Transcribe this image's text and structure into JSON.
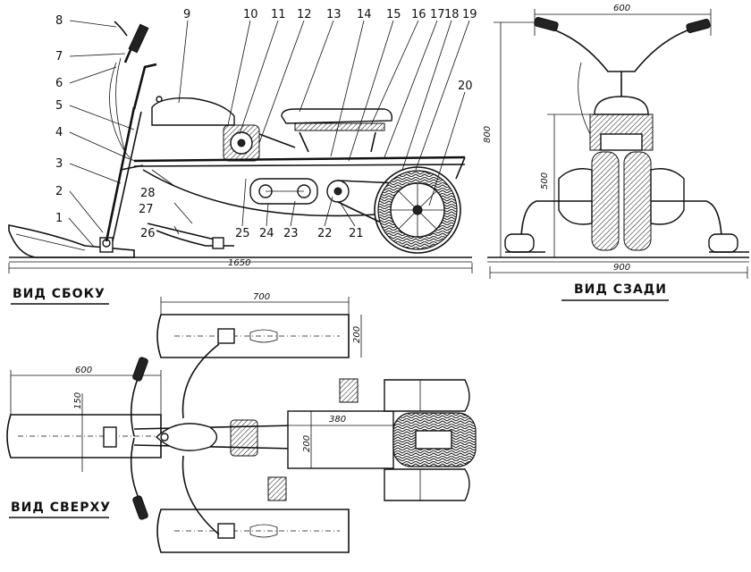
{
  "views": {
    "side": "ВИД СБОКУ",
    "rear": "ВИД СЗАДИ",
    "top": "ВИД СВЕРХУ"
  },
  "callouts": [
    "1",
    "2",
    "3",
    "4",
    "5",
    "6",
    "7",
    "8",
    "9",
    "10",
    "11",
    "12",
    "13",
    "14",
    "15",
    "16",
    "17",
    "18",
    "19",
    "20",
    "21",
    "22",
    "23",
    "24",
    "25",
    "26",
    "27",
    "28"
  ],
  "dimensions": {
    "side_length": "1650",
    "rear_width_top": "600",
    "rear_height": "800",
    "rear_seat_height": "500",
    "rear_base": "900",
    "top_ski_length": "700",
    "top_ski_width": "200",
    "top_front_ski": "600",
    "top_front_width": "150",
    "top_body_length": "380",
    "top_body_width": "200"
  }
}
